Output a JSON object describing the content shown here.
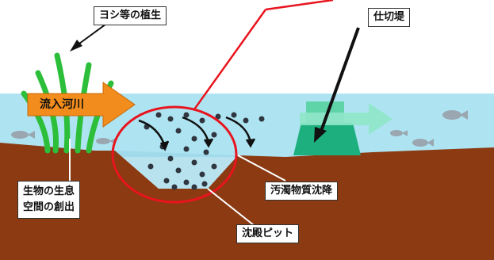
{
  "labels": {
    "reed_vegetation": "ヨシ等の植生",
    "partition_bank": "仕切堤",
    "inflow_river": "流入河川",
    "habitat_line1": "生物の生息",
    "habitat_line2": "空間の創出",
    "pollutant_settling": "汚濁物質沈降",
    "settling_pit": "沈殿ピット"
  },
  "colors": {
    "water": "#aee4f2",
    "soil": "#8b3a12",
    "reed": "#2dbe3a",
    "inflow_arrow": "#f28c1c",
    "bank": "#1db07e",
    "highlight": "#e8141e",
    "particle": "#2f3640"
  }
}
